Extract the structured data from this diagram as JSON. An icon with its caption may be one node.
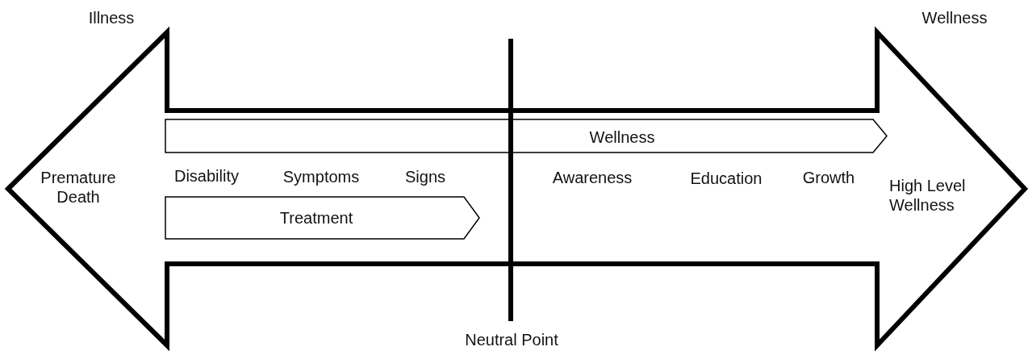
{
  "diagram": {
    "nodes": [
      {
        "text": [
          "Premature Death",
          "High Level Wellness"
        ]
      },
      {
        "text": [
          "Wellness"
        ],
        "in": 0
      },
      {
        "text": [
          "Treatment"
        ],
        "in": 0
      }
    ],
    "labels": [
      "Illness",
      "Wellness",
      "Disability",
      "Symptoms",
      "Signs",
      "Awareness",
      "Education",
      "Growth",
      "Neutral Point"
    ]
  }
}
